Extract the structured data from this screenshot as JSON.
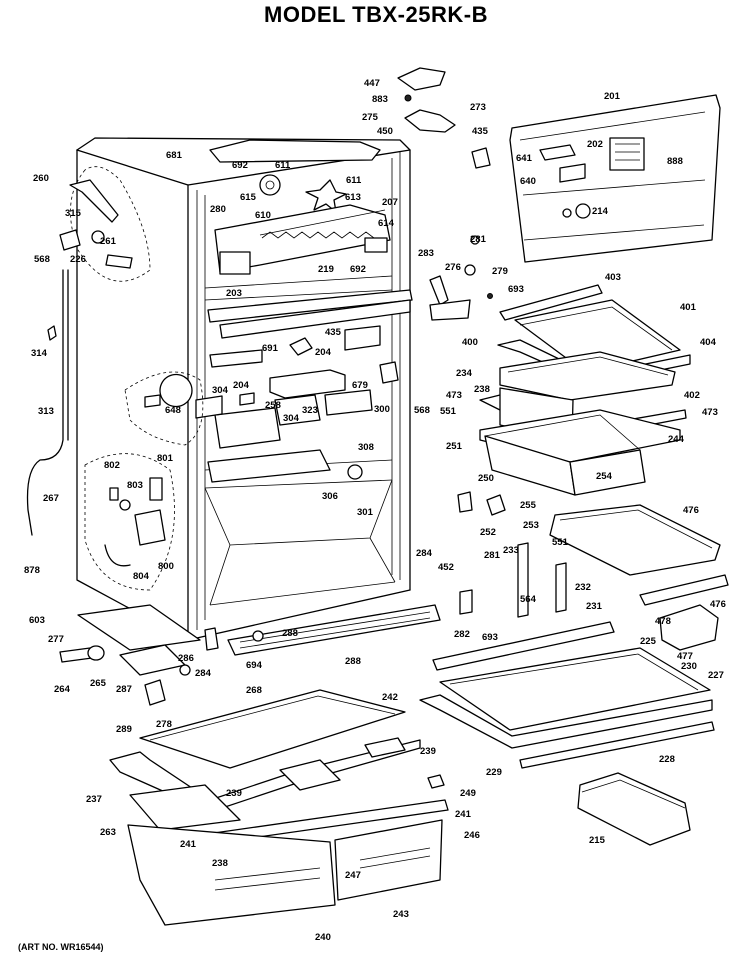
{
  "title": "MODEL TBX-25RK-B",
  "art_number": "(ART NO. WR16544)",
  "part_labels": [
    "447",
    "883",
    "273",
    "275",
    "450",
    "435",
    "201",
    "681",
    "692",
    "611",
    "202",
    "641",
    "888",
    "260",
    "615",
    "610",
    "613",
    "611",
    "640",
    "315",
    "280",
    "207",
    "614",
    "261",
    "214",
    "568",
    "226",
    "219",
    "692",
    "281",
    "283",
    "276",
    "279",
    "403",
    "693",
    "203",
    "435",
    "401",
    "314",
    "691",
    "204",
    "400",
    "404",
    "679",
    "304",
    "204",
    "234",
    "238",
    "402",
    "648",
    "258",
    "473",
    "551",
    "300",
    "568",
    "473",
    "323",
    "304",
    "244",
    "313",
    "308",
    "251",
    "250",
    "254",
    "802",
    "801",
    "803",
    "306",
    "255",
    "301",
    "267",
    "476",
    "252",
    "253",
    "551",
    "233",
    "800",
    "804",
    "878",
    "284",
    "452",
    "281",
    "232",
    "564",
    "603",
    "231",
    "478",
    "476",
    "277",
    "282",
    "693",
    "225",
    "288",
    "477",
    "286",
    "230",
    "227",
    "264",
    "265",
    "284",
    "694",
    "287",
    "268",
    "242",
    "288",
    "289",
    "278",
    "228",
    "239",
    "229",
    "249",
    "237",
    "239",
    "241",
    "263",
    "241",
    "246",
    "215",
    "238",
    "247",
    "243",
    "240"
  ]
}
